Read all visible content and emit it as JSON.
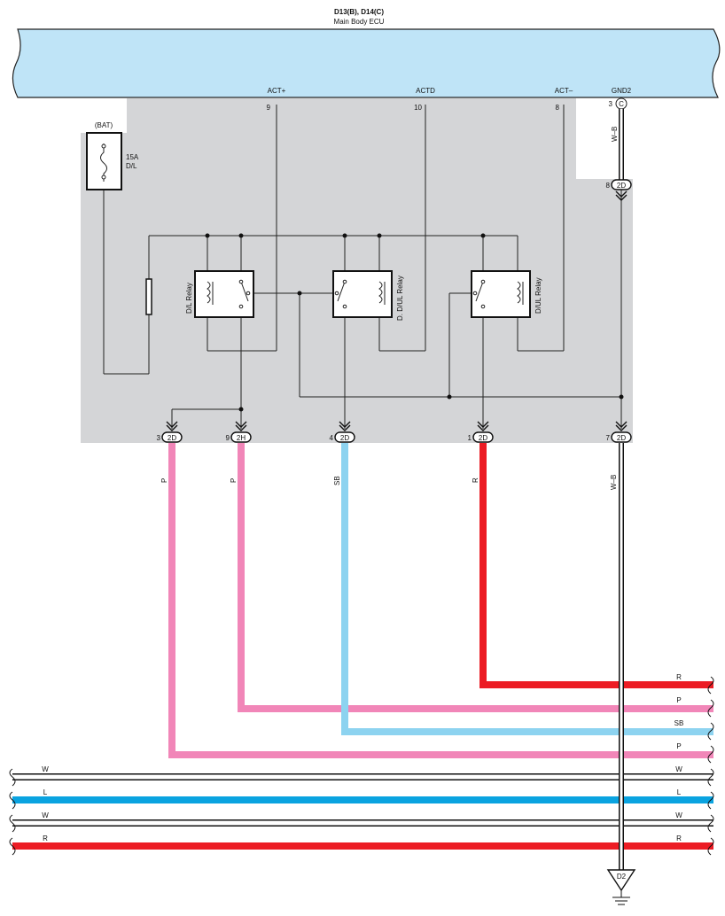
{
  "ecu": {
    "connector_title": "D13(B), D14(C)",
    "name": "Main Body ECU",
    "terminals": [
      {
        "label": "ACT+",
        "pin": "9"
      },
      {
        "label": "ACTD",
        "pin": "10"
      },
      {
        "label": "ACT–",
        "pin": "8"
      },
      {
        "label": "GND2",
        "pin": "3",
        "conn": "C"
      }
    ]
  },
  "fuse": {
    "source": "(BAT)",
    "rating": "15A",
    "name": "D/L"
  },
  "relays": [
    {
      "name": "D/L Relay"
    },
    {
      "name": "D. D/UL Relay"
    },
    {
      "name": "D/UL Relay"
    }
  ],
  "upper_connectors": [
    {
      "pin": "8",
      "conn": "2D",
      "wire": "W–B"
    }
  ],
  "lower_connectors": [
    {
      "pin": "3",
      "conn": "2D",
      "wire": "P"
    },
    {
      "pin": "9",
      "conn": "2H",
      "wire": "P"
    },
    {
      "pin": "4",
      "conn": "2D",
      "wire": "SB"
    },
    {
      "pin": "1",
      "conn": "2D",
      "wire": "R"
    },
    {
      "pin": "7",
      "conn": "2D",
      "wire": "W–B"
    }
  ],
  "wire_labels_right": [
    "R",
    "P",
    "SB",
    "P",
    "W",
    "L",
    "W",
    "R"
  ],
  "wire_labels_left": [
    "W",
    "L",
    "W",
    "R"
  ],
  "ground": {
    "label": "D2"
  },
  "colors": {
    "ecu_fill": "#bfe4f7",
    "box_fill": "#d4d5d7",
    "P": "#f186b8",
    "SB": "#8dd3f0",
    "R": "#ec1c24",
    "L": "#0aa3e0",
    "W": "#ffffff"
  }
}
